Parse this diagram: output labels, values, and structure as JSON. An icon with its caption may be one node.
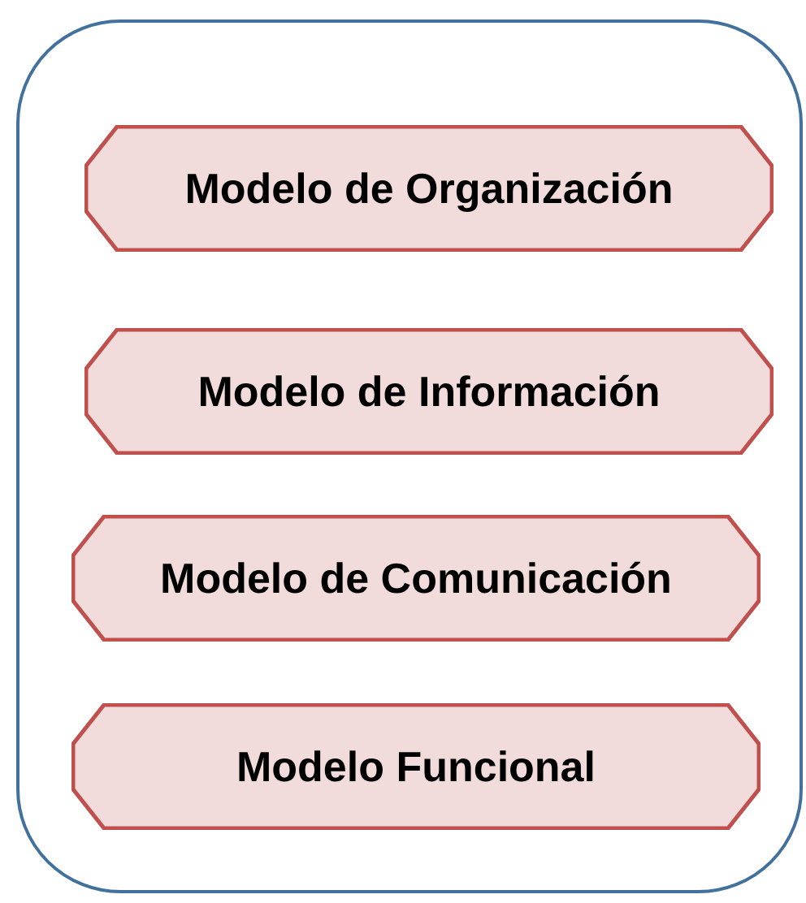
{
  "diagram": {
    "nodes": [
      {
        "text": [],
        "shape": "box"
      },
      {
        "text": [
          "Modelo de Organización"
        ],
        "in": 0
      },
      {
        "text": [
          "Modelo de Información"
        ],
        "in": 0
      },
      {
        "text": [
          "Modelo de Comunicación"
        ],
        "in": 0
      },
      {
        "text": [
          "Modelo Funcional"
        ],
        "in": 0
      }
    ]
  }
}
